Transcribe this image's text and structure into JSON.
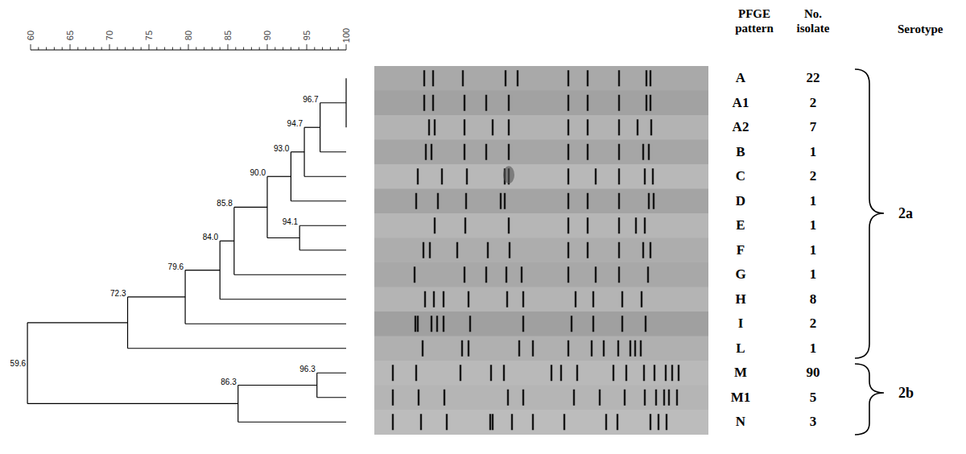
{
  "diagram": {
    "labels": [
      "60",
      "65",
      "70",
      "75",
      "80",
      "85",
      "90",
      "95",
      "100",
      "96.7",
      "94.7",
      "93.0",
      "90.0",
      "94.1",
      "85.8",
      "84.0",
      "79.6",
      "72.3",
      "59.6",
      "96.3",
      "86.3",
      "PFGE pattern",
      "No. isolate",
      "Serotype",
      "A",
      "22",
      "A1",
      "2",
      "A2",
      "7",
      "B",
      "1",
      "C",
      "2",
      "D",
      "1",
      "E",
      "1",
      "F",
      "1",
      "G",
      "1",
      "H",
      "8",
      "I",
      "2",
      "L",
      "1",
      "M",
      "90",
      "M1",
      "5",
      "N",
      "3",
      "2a",
      "2b"
    ]
  }
}
